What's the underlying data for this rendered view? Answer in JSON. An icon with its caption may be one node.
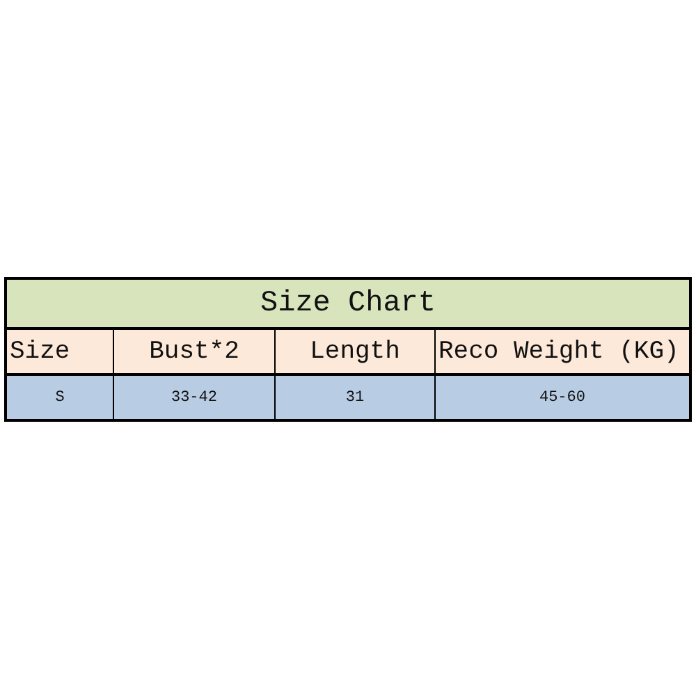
{
  "diagram": {
    "title": "Size Chart",
    "labels": [
      "Size",
      "Bust*2",
      "Length",
      "Reco Weight (KG)",
      "S",
      "33-42",
      "31",
      "45-60"
    ]
  }
}
